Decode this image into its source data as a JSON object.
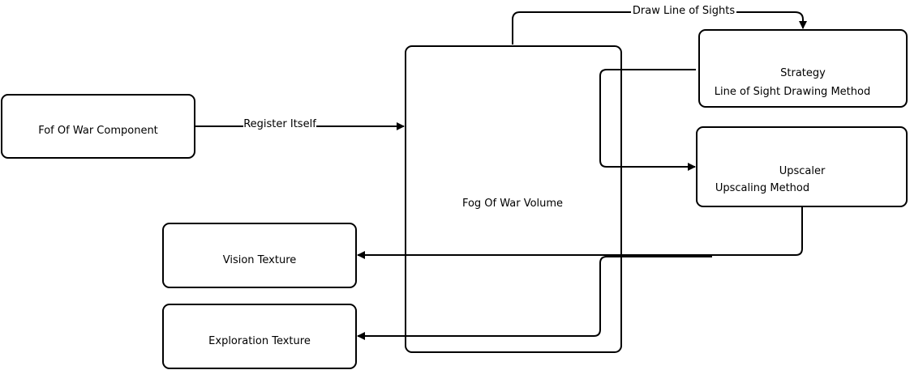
{
  "nodes": {
    "fow_component": {
      "label": "Fof Of War Component"
    },
    "fow_volume": {
      "label": "Fog Of War Volume"
    },
    "strategy": {
      "title": "Strategy",
      "subtitle": "Line of Sight Drawing Method"
    },
    "upscaler": {
      "title": "Upscaler",
      "subtitle": "Upscaling Method"
    },
    "vision_texture": {
      "label": "Vision Texture"
    },
    "exploration_texture": {
      "label": "Exploration Texture"
    }
  },
  "edges": {
    "register": {
      "label": "Register Itself"
    },
    "draw_los": {
      "label": "Draw Line of Sights"
    }
  },
  "colors": {
    "stroke": "#000000",
    "background": "#ffffff"
  }
}
